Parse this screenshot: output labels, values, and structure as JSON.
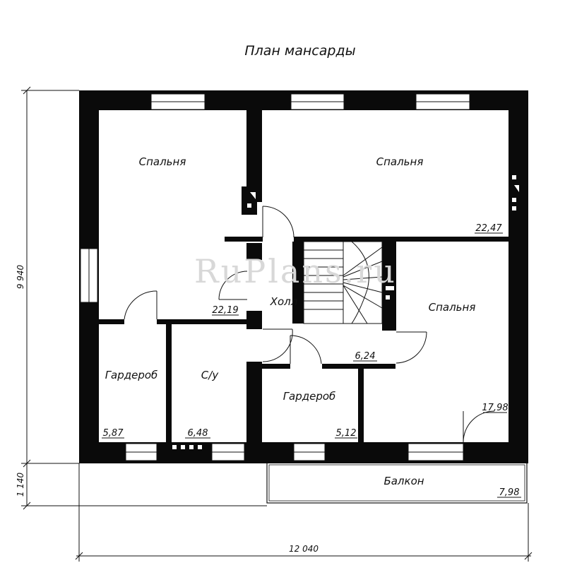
{
  "title": "План мансарды",
  "watermark": "RuPlans.ru",
  "rooms": [
    {
      "id": "bedroom-1",
      "name": "Спальня",
      "area": "22,19"
    },
    {
      "id": "bedroom-2",
      "name": "Спальня",
      "area": "22,47"
    },
    {
      "id": "bedroom-3",
      "name": "Спальня",
      "area": "17,98"
    },
    {
      "id": "hall",
      "name": "Холл",
      "area": "6,24"
    },
    {
      "id": "wardrobe-1",
      "name": "Гардероб",
      "area": "5,87"
    },
    {
      "id": "bathroom",
      "name": "С/у",
      "area": "6,48"
    },
    {
      "id": "wardrobe-2",
      "name": "Гардероб",
      "area": "5,12"
    },
    {
      "id": "balcony",
      "name": "Балкон",
      "area": "7,98"
    }
  ],
  "dimensions": {
    "height_main": "9 940",
    "height_balcony": "1 140",
    "width_total": "12 040"
  },
  "colors": {
    "wall": "#0a0a0a",
    "line": "#111111",
    "background": "#ffffff",
    "watermark": "#d8d8d8"
  }
}
